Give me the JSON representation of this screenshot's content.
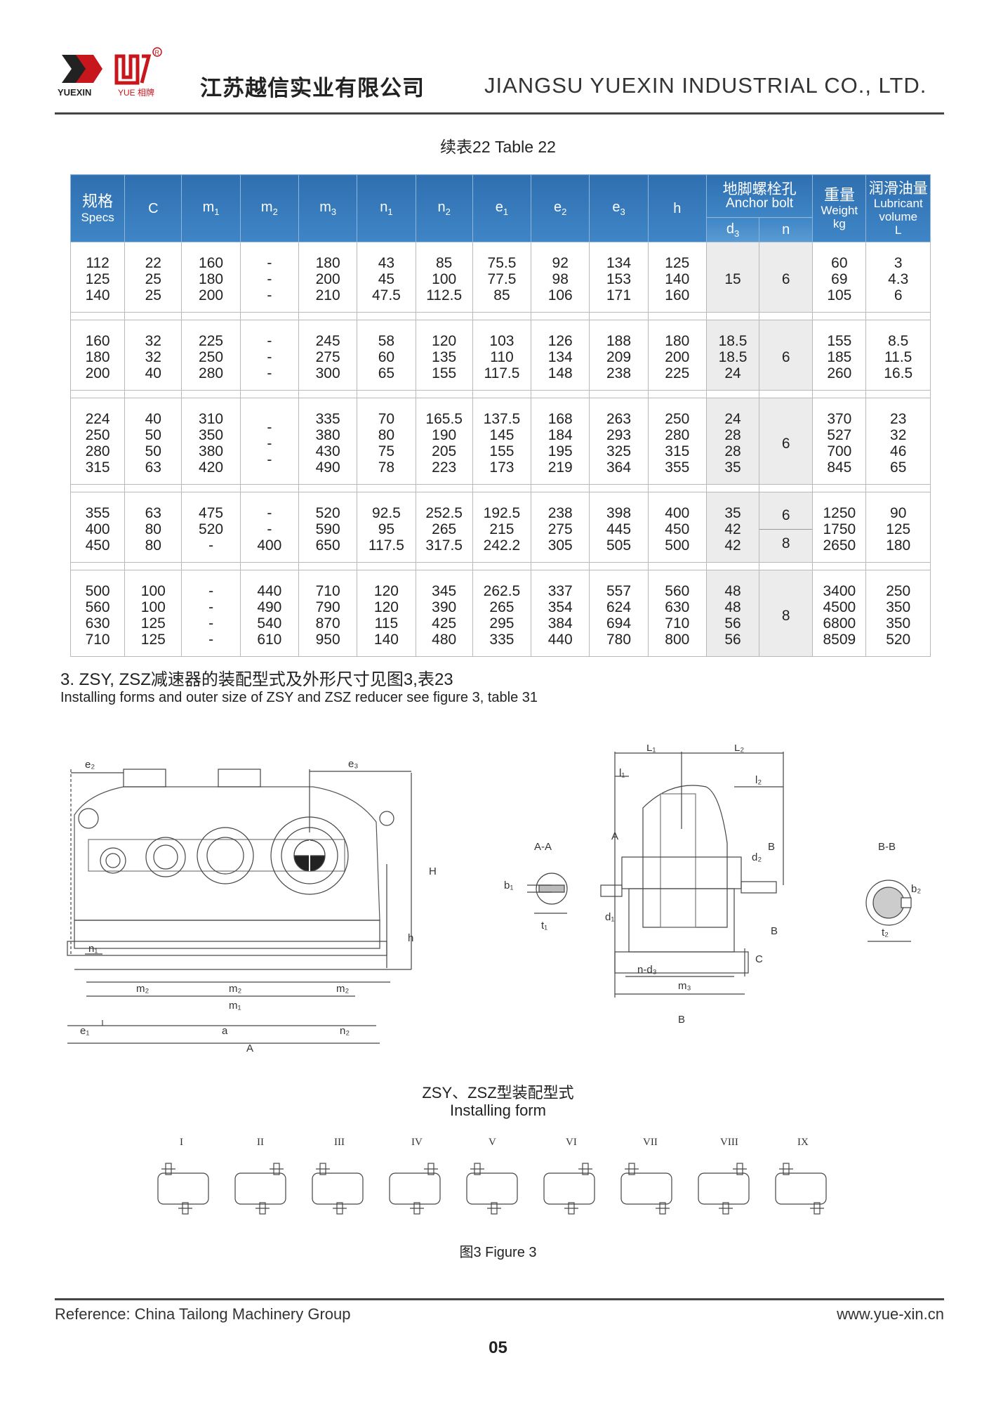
{
  "header": {
    "logo_text_1": "YUEXIN",
    "logo_text_2": "YUE 相牌",
    "company_cn": "江苏越信实业有限公司",
    "company_en": "JIANGSU YUEXIN INDUSTRIAL CO., LTD."
  },
  "table_caption": "续表22   Table 22",
  "table": {
    "headers": {
      "specs_cn": "规格",
      "specs_en": "Specs",
      "c": "C",
      "m1": "m",
      "m1_sub": "1",
      "m2": "m",
      "m2_sub": "2",
      "m3": "m",
      "m3_sub": "3",
      "n1": "n",
      "n1_sub": "1",
      "n2": "n",
      "n2_sub": "2",
      "e1": "e",
      "e1_sub": "1",
      "e2": "e",
      "e2_sub": "2",
      "e3": "e",
      "e3_sub": "3",
      "h": "h",
      "anchor_cn": "地脚螺栓孔",
      "anchor_en": "Anchor bolt",
      "d3": "d",
      "d3_sub": "3",
      "n": "n",
      "weight_cn": "重量",
      "weight_en": "Weight",
      "weight_unit": "kg",
      "lub_cn": "润滑油量",
      "lub_en1": "Lubricant",
      "lub_en2": "volume",
      "lub_unit": "L"
    },
    "groups": [
      {
        "specs": [
          "112",
          "125",
          "140"
        ],
        "c": [
          "22",
          "25",
          "25"
        ],
        "m1": [
          "160",
          "180",
          "200"
        ],
        "m2": [
          "-",
          "-",
          "-"
        ],
        "m3": [
          "180",
          "200",
          "210"
        ],
        "n1": [
          "43",
          "45",
          "47.5"
        ],
        "n2": [
          "85",
          "100",
          "112.5"
        ],
        "e1": [
          "75.5",
          "77.5",
          "85"
        ],
        "e2": [
          "92",
          "98",
          "106"
        ],
        "e3": [
          "134",
          "153",
          "171"
        ],
        "h": [
          "125",
          "140",
          "160"
        ],
        "d3": [
          "15"
        ],
        "n": [
          "6"
        ],
        "weight": [
          "60",
          "69",
          "105"
        ],
        "lub": [
          "3",
          "4.3",
          "6"
        ]
      },
      {
        "specs": [
          "160",
          "180",
          "200"
        ],
        "c": [
          "32",
          "32",
          "40"
        ],
        "m1": [
          "225",
          "250",
          "280"
        ],
        "m2": [
          "-",
          "-",
          "-"
        ],
        "m3": [
          "245",
          "275",
          "300"
        ],
        "n1": [
          "58",
          "60",
          "65"
        ],
        "n2": [
          "120",
          "135",
          "155"
        ],
        "e1": [
          "103",
          "110",
          "117.5"
        ],
        "e2": [
          "126",
          "134",
          "148"
        ],
        "e3": [
          "188",
          "209",
          "238"
        ],
        "h": [
          "180",
          "200",
          "225"
        ],
        "d3": [
          "18.5",
          "18.5",
          "24"
        ],
        "n": [
          "6"
        ],
        "weight": [
          "155",
          "185",
          "260"
        ],
        "lub": [
          "8.5",
          "11.5",
          "16.5"
        ]
      },
      {
        "specs": [
          "224",
          "250",
          "280",
          "315"
        ],
        "c": [
          "40",
          "50",
          "50",
          "63"
        ],
        "m1": [
          "310",
          "350",
          "380",
          "420"
        ],
        "m2": [
          "-",
          "-",
          "-"
        ],
        "m3": [
          "335",
          "380",
          "430",
          "490"
        ],
        "n1": [
          "70",
          "80",
          "75",
          "78"
        ],
        "n2": [
          "165.5",
          "190",
          "205",
          "223"
        ],
        "e1": [
          "137.5",
          "145",
          "155",
          "173"
        ],
        "e2": [
          "168",
          "184",
          "195",
          "219"
        ],
        "e3": [
          "263",
          "293",
          "325",
          "364"
        ],
        "h": [
          "250",
          "280",
          "315",
          "355"
        ],
        "d3": [
          "24",
          "28",
          "28",
          "35"
        ],
        "n": [
          "6"
        ],
        "weight": [
          "370",
          "527",
          "700",
          "845"
        ],
        "lub": [
          "23",
          "32",
          "46",
          "65"
        ]
      },
      {
        "specs": [
          "355",
          "400",
          "450"
        ],
        "c": [
          "63",
          "80",
          "80"
        ],
        "m1": [
          "475",
          "520",
          "-"
        ],
        "m2": [
          "-",
          "-",
          "400"
        ],
        "m3": [
          "520",
          "590",
          "650"
        ],
        "n1": [
          "92.5",
          "95",
          "117.5"
        ],
        "n2": [
          "252.5",
          "265",
          "317.5"
        ],
        "e1": [
          "192.5",
          "215",
          "242.2"
        ],
        "e2": [
          "238",
          "275",
          "305"
        ],
        "e3": [
          "398",
          "445",
          "505"
        ],
        "h": [
          "400",
          "450",
          "500"
        ],
        "d3": [
          "35",
          "42",
          "42"
        ],
        "n": [
          "6",
          "8"
        ],
        "weight": [
          "1250",
          "1750",
          "2650"
        ],
        "lub": [
          "90",
          "125",
          "180"
        ]
      },
      {
        "specs": [
          "500",
          "560",
          "630",
          "710"
        ],
        "c": [
          "100",
          "100",
          "125",
          "125"
        ],
        "m1": [
          "-",
          "-",
          "-",
          "-"
        ],
        "m2": [
          "440",
          "490",
          "540",
          "610"
        ],
        "m3": [
          "710",
          "790",
          "870",
          "950"
        ],
        "n1": [
          "120",
          "120",
          "115",
          "140"
        ],
        "n2": [
          "345",
          "390",
          "425",
          "480"
        ],
        "e1": [
          "262.5",
          "265",
          "295",
          "335"
        ],
        "e2": [
          "337",
          "354",
          "384",
          "440"
        ],
        "e3": [
          "557",
          "624",
          "694",
          "780"
        ],
        "h": [
          "560",
          "630",
          "710",
          "800"
        ],
        "d3": [
          "48",
          "48",
          "56",
          "56"
        ],
        "n": [
          "8"
        ],
        "weight": [
          "3400",
          "4500",
          "6800",
          "8509"
        ],
        "lub": [
          "250",
          "350",
          "350",
          "520"
        ]
      }
    ]
  },
  "section": {
    "title": "3. ZSY, ZSZ减速器的装配型式及外形尺寸见图3,表23",
    "subtitle": "Installing forms and outer size of ZSY and ZSZ reducer see figure 3, table 31"
  },
  "drawing_labels": {
    "e2": "e₂",
    "e3": "e₃",
    "n1": "n₁",
    "m2": "m₂",
    "m1": "m₁",
    "e1": "e₁",
    "a": "a",
    "n2": "n₂",
    "A": "A",
    "H": "H",
    "h": "h",
    "AA": "A-A",
    "b1": "b₁",
    "t1": "t₁",
    "L1": "L₁",
    "L2": "L₂",
    "l1": "l₁",
    "l2": "l₂",
    "A_mark": "A",
    "B_mark": "B",
    "d1": "d₁",
    "d2": "d₂",
    "C": "C",
    "nd3": "n-d₃",
    "m3": "m₃",
    "B": "B",
    "BB": "B-B",
    "b2": "b₂",
    "t2": "t₂"
  },
  "install": {
    "cn": "ZSY、ZSZ型装配型式",
    "en": "Installing form",
    "forms": [
      "I",
      "II",
      "III",
      "IV",
      "V",
      "VI",
      "VII",
      "VIII",
      "IX"
    ]
  },
  "figure_caption": "图3   Figure 3",
  "footer": {
    "reference": "Reference:  China Tailong Machinery Group",
    "url": "www.yue-xin.cn",
    "page": "05"
  }
}
